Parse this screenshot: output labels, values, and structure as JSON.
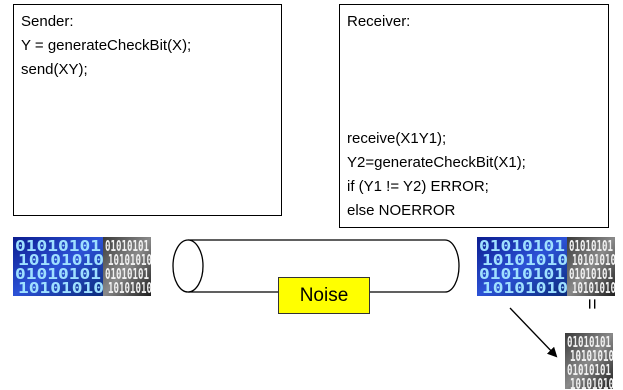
{
  "sender": {
    "title": "Sender:",
    "lines": [
      "Y = generateCheckBit(X);",
      "send(XY);"
    ]
  },
  "receiver": {
    "title": "Receiver:",
    "lines": [
      "receive(X1Y1);",
      "Y2=generateCheckBit(X1);",
      "if (Y1 != Y2) ERROR;",
      "else NOERROR"
    ]
  },
  "noise": {
    "label": "Noise",
    "color": "#ffff00"
  },
  "equals_symbol": "=",
  "binary_digits": {
    "blue_colors": [
      "#0a1a9a",
      "#2a4ad0",
      "#8fd0ff"
    ],
    "gray_colors": [
      "#111111",
      "#555555",
      "#cfcfcf"
    ],
    "rows": [
      "0101",
      "1010",
      "0101",
      "1010"
    ]
  }
}
